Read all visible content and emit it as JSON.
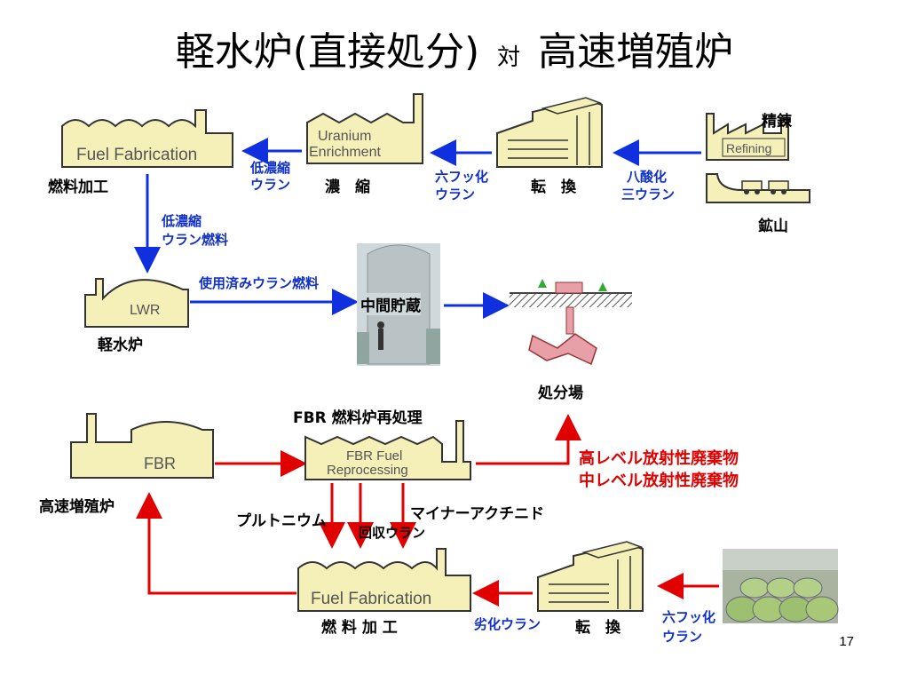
{
  "title": {
    "main": "軽水炉(直接処分)",
    "vs": "対",
    "sub": "高速増殖炉"
  },
  "top": {
    "fuel_fabrication_sign": "Fuel Fabrication",
    "fuel_fabrication_label": "燃料加工",
    "enrichment_sign_1": "Uranium",
    "enrichment_sign_2": "Enrichment",
    "enrichment_label": "濃　縮",
    "conversion_label": "転　換",
    "refining_label": "精錬",
    "refining_sign": "Refining",
    "mine_label": "鉱山",
    "arrow_enrich_to_fab_1": "低濃縮",
    "arrow_enrich_to_fab_2": "ウラン",
    "arrow_conv_to_enrich_1": "六フッ化",
    "arrow_conv_to_enrich_2": "ウラン",
    "arrow_refine_to_conv_1": "八酸化",
    "arrow_refine_to_conv_2": "三ウラン",
    "arrow_fab_to_lwr_1": "低濃縮",
    "arrow_fab_to_lwr_2": "ウラン燃料",
    "lwr_sign": "LWR",
    "lwr_label": "軽水炉",
    "arrow_lwr_to_storage": "使用済みウラン燃料",
    "storage_label": "中間貯蔵",
    "disposal_label": "処分場"
  },
  "bottom": {
    "fbr_sign": "FBR",
    "fbr_label": "高速増殖炉",
    "reprocessing_title": "FBR 燃料炉再処理",
    "reprocessing_sign_1": "FBR Fuel",
    "reprocessing_sign_2": "Reprocessing",
    "waste_1": "高レベル放射性廃棄物",
    "waste_2": "中レベル放射性廃棄物",
    "plutonium": "プルトニウム",
    "recovered_uranium": "回収ウラン",
    "minor_actinide": "マイナーアクチニド",
    "fuel_fabrication_sign": "Fuel Fabrication",
    "fuel_fabrication_label": "燃 料 加 工",
    "depleted_uranium": "劣化ウラン",
    "conversion_label": "転　換",
    "uf6_1": "六フッ化",
    "uf6_2": "ウラン"
  },
  "page_number": "17",
  "colors": {
    "plant_fill": "#f4f0b8",
    "blue_arrow": "#1030e0",
    "red_arrow": "#e00000",
    "ground": "#7a7a7a",
    "pink": "#e7a0a8"
  }
}
